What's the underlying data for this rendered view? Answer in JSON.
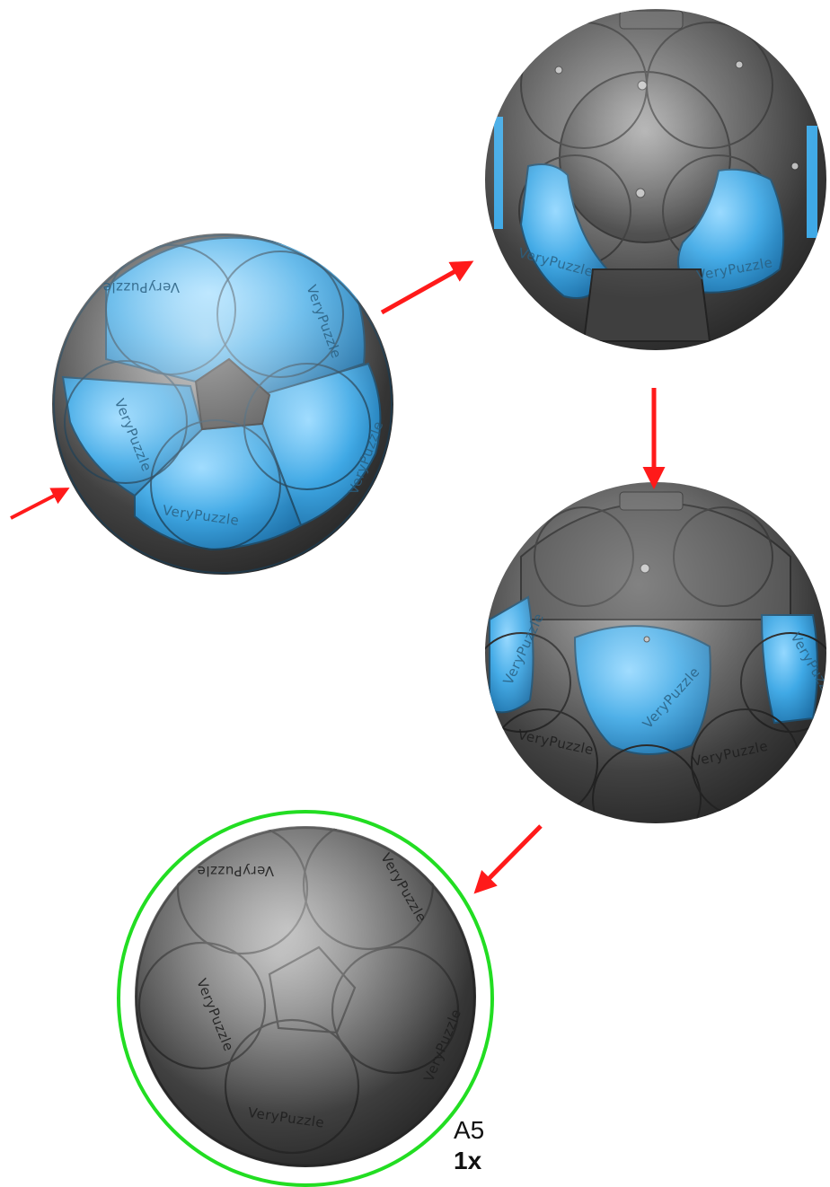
{
  "step": {
    "code": "A5",
    "multiplier": "1x"
  },
  "engraving": "VeryPuzzle",
  "colors": {
    "piece_blue": "#3fa9e6",
    "piece_dark": "#4a4a4a",
    "arrow": "#ff1a1a",
    "highlight_circle": "#22dd22"
  },
  "arrows": [
    {
      "name": "entry-arrow",
      "direction": "up-right"
    },
    {
      "name": "arrow-to-step-2",
      "direction": "up-right"
    },
    {
      "name": "arrow-to-step-3",
      "direction": "down"
    },
    {
      "name": "arrow-to-result",
      "direction": "down-left"
    }
  ]
}
